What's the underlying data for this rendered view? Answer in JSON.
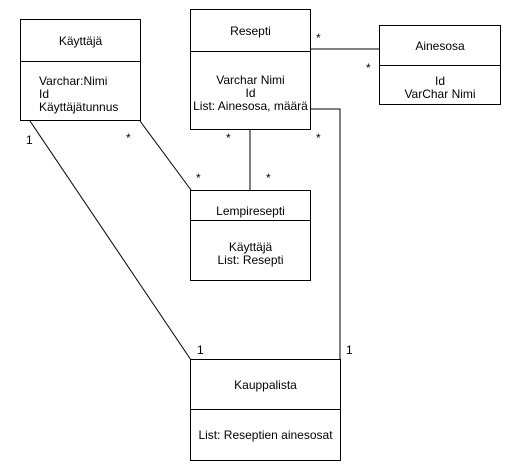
{
  "classes": {
    "kayttaja": {
      "name": "Käyttäjä",
      "attributes": [
        "Varchar:Nimi",
        "Id",
        "Käyttäjätunnus"
      ]
    },
    "resepti": {
      "name": "Resepti",
      "attributes": [
        "Varchar Nimi",
        "Id",
        "List: Ainesosa, määrä"
      ]
    },
    "ainesosa": {
      "name": "Ainesosa",
      "attributes": [
        "Id",
        "VarChar Nimi"
      ]
    },
    "lempiresepti": {
      "name": "Lempiresepti",
      "attributes": [
        "Käyttäjä",
        "List: Resepti"
      ]
    },
    "kauppalista": {
      "name": "Kauppalista",
      "attributes": [
        "List: Reseptien ainesosat"
      ]
    }
  },
  "multiplicities": {
    "resepti_ainesosa_resepti_end": "*",
    "resepti_ainesosa_ainesosa_end": "*",
    "kayttaja_lempi_kayttaja_end": "*",
    "kayttaja_lempi_lempi_end": "*",
    "resepti_lempi_resepti_end": "*",
    "resepti_lempi_lempi_end": "*",
    "resepti_kauppa_resepti_end": "*",
    "resepti_kauppa_kauppa_end": "1",
    "kayttaja_kauppa_kayttaja_end": "1",
    "kayttaja_kauppa_kauppa_end": "1"
  }
}
